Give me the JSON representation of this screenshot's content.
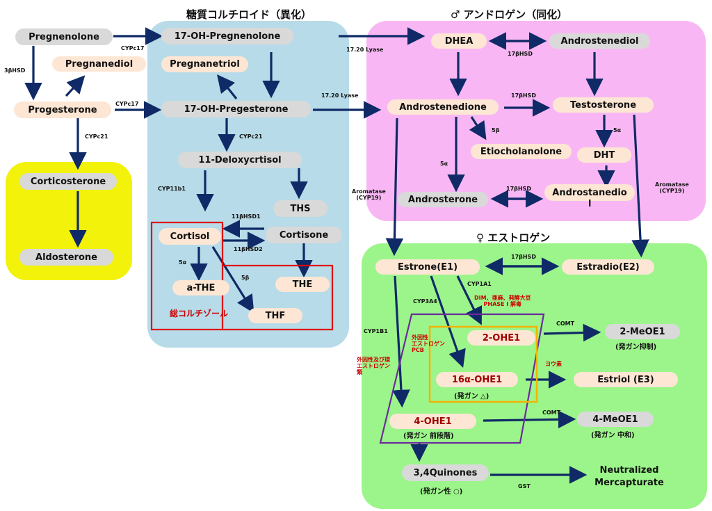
{
  "colors": {
    "blue_panel": "#b7dbe8",
    "pink_panel": "#f8b7f4",
    "green_panel": "#9cf58a",
    "yellow_panel": "#f2f20a",
    "arrow": "#0f2a66",
    "red_box": "#e00000",
    "purple_box": "#6a2b9c",
    "orange_box": "#f2b400"
  },
  "titles": {
    "glucocorticoid": "糖質コルチロイド（異化）",
    "androgen": "♂  アンドロゲン（同化）",
    "estrogen": "♀  エストロゲン"
  },
  "nodes": {
    "pregnenolone": "Pregnenolone",
    "ohpreg17": "17-OH-Pregnenolone",
    "dhea": "DHEA",
    "androstenediol": "Androstenediol",
    "pregnanediol": "Pregnanediol",
    "pregnanetriol": "Pregnanetriol",
    "progesterone": "Progesterone",
    "ohpreg17b": "17-OH-Pregesterone",
    "androstenedione": "Androstenedione",
    "testosterone": "Testosterone",
    "etiocholanolone": "Etiocholanolone",
    "dht": "DHT",
    "deoxycortisol": "11-Deloxycrtisol",
    "corticosterone": "Corticosterone",
    "ths": "THS",
    "androsterone": "Androsterone",
    "androstanediol": "Androstanedio\nl",
    "cortisol": "Cortisol",
    "cortisone": "Cortisone",
    "athe": "a-THE",
    "the": "THE",
    "thf": "THF",
    "aldosterone": "Aldosterone",
    "estrone": "Estrone(E1)",
    "estradiol": "Estradio(E2)",
    "ohe2": "2-OHE1",
    "meoe2": "2-MeOE1",
    "ohe16": "16α-OHE1",
    "estriol": "Estriol (E3)",
    "ohe4": "4-OHE1",
    "meoe4": "4-MeOE1",
    "quinones": "3,4Quinones",
    "neutralized": "Neutralized\nMercapturate"
  },
  "labels": {
    "cyp17a": "CYPc17",
    "hsd3b": "3βHSD",
    "cyp17b": "CYPc17",
    "lyase1": "17.20 Lyase",
    "lyase2": "17.20 Lyase",
    "cyp21a": "CYPc21",
    "cyp21b": "CYPc21",
    "hsd17a": "17βHSD",
    "hsd17b": "17βHSD",
    "hsd17c": "17βHSD",
    "hsd17d": "17βHSD",
    "b5a": "5β",
    "a5b": "5α",
    "a5c": "5α",
    "cyp11b1": "CYP11b1",
    "hsd11b1": "11βHSD1",
    "hsd11b2": "11βHSD2",
    "a5a": "5α",
    "b5b": "5β",
    "aromatase1": "Aromatase\n(CYP19)",
    "aromatase2": "Aromatase\n(CYP19)",
    "cyp1a1": "CYP1A1",
    "cyp3a4": "CYP3A4",
    "cyp1b1": "CYP1B1",
    "comt1": "COMT",
    "comt2": "COMT",
    "gst": "GST",
    "total_cortisol": "総コルチゾール",
    "dim_note": "DIM、亜麻、発酵大豆\nPHASE Ⅰ 解毒",
    "xeno1": "外因性\nエストロゲン\nPCB",
    "xeno2": "外因性及び環\nエストロゲン\n類",
    "iodine": "ヨウ素",
    "meoe2_sub": "(発ガン抑制)",
    "ohe16_sub": "(発ガン △)",
    "ohe4_sub": "(発ガン 前段階)",
    "meoe4_sub": "(発ガン 中和)",
    "quin_sub": "(発ガン性 ○)"
  }
}
